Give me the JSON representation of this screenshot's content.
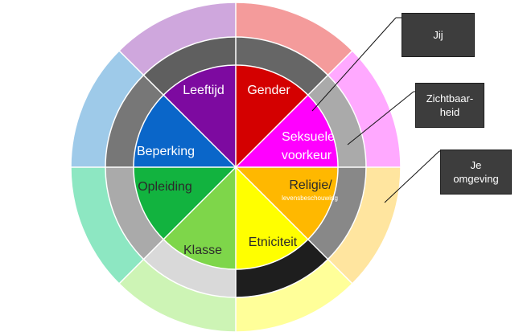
{
  "segments": [
    {
      "label": "Gender",
      "color": "#d40000",
      "text_color": "#ffffff"
    },
    {
      "label": "Seksuele voorkeur",
      "color": "#ff00ff",
      "text_color": "#ffffff"
    },
    {
      "label": "Religie/",
      "sublabel": "levensbeschouwing",
      "color": "#ffb800",
      "text_color": "#2b2b2b"
    },
    {
      "label": "Etniciteit",
      "color": "#ffff00",
      "text_color": "#2b2b2b"
    },
    {
      "label": "Klasse",
      "color": "#7ed64a",
      "text_color": "#2b2b2b"
    },
    {
      "label": "Opleiding",
      "color": "#12b33f",
      "text_color": "#2b2b2b"
    },
    {
      "label": "Beperking",
      "color": "#0a66c9",
      "text_color": "#ffffff"
    },
    {
      "label": "Leeftijd",
      "color": "#7d0aa0",
      "text_color": "#ffffff"
    }
  ],
  "middle_ring_colors": [
    "#666666",
    "#aaaaaa",
    "#888888",
    "#1e1e1e",
    "#d9d9d9",
    "#aaaaaa",
    "#777777",
    "#5f5f5f"
  ],
  "outer_ring_colors": [
    "#f49b9b",
    "#ffa9ff",
    "#ffe59f",
    "#ffff99",
    "#cdf4b5",
    "#8de7c2",
    "#9ecae9",
    "#cfa7dd"
  ],
  "callouts": {
    "jij": "Jij",
    "zichtbaarheid_line1": "Zichtbaar-",
    "zichtbaarheid_line2": "heid",
    "omgeving_line1": "Je",
    "omgeving_line2": "omgeving"
  }
}
